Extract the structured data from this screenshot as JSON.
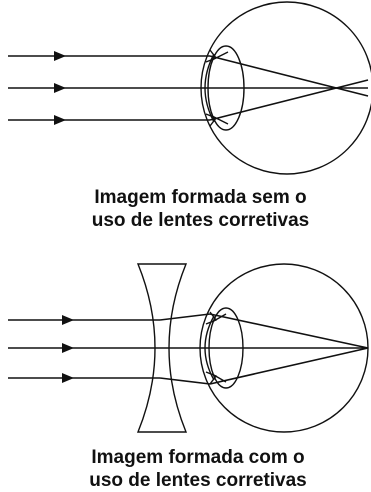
{
  "diagrams": [
    {
      "caption_line1": "Imagem formada sem o",
      "caption_line2": "uso de lentes corretivas"
    },
    {
      "caption_line1": "Imagem formada com o",
      "caption_line2": "uso de lentes corretivas"
    }
  ],
  "colors": {
    "stroke": "#111111",
    "background": "#ffffff"
  }
}
